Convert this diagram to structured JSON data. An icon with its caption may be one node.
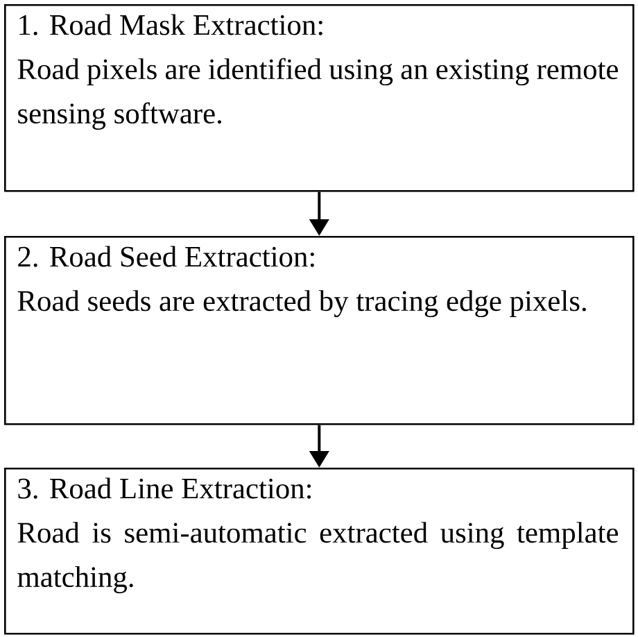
{
  "diagram": {
    "nodes": [
      {
        "text": [
          "1. Road Mask Extraction:",
          "Road pixels are identified using an existing remote sensing software."
        ]
      },
      {
        "text": [
          "2. Road Seed Extraction:",
          "Road seeds are extracted by tracing edge pixels."
        ]
      },
      {
        "text": [
          "3. Road Line Extraction:",
          "Road is semi-automatic extracted using template matching."
        ]
      }
    ],
    "edges": [
      {
        "from": 0,
        "to": 1,
        "arrow": "to"
      },
      {
        "from": 1,
        "to": 2,
        "arrow": "to"
      }
    ]
  }
}
